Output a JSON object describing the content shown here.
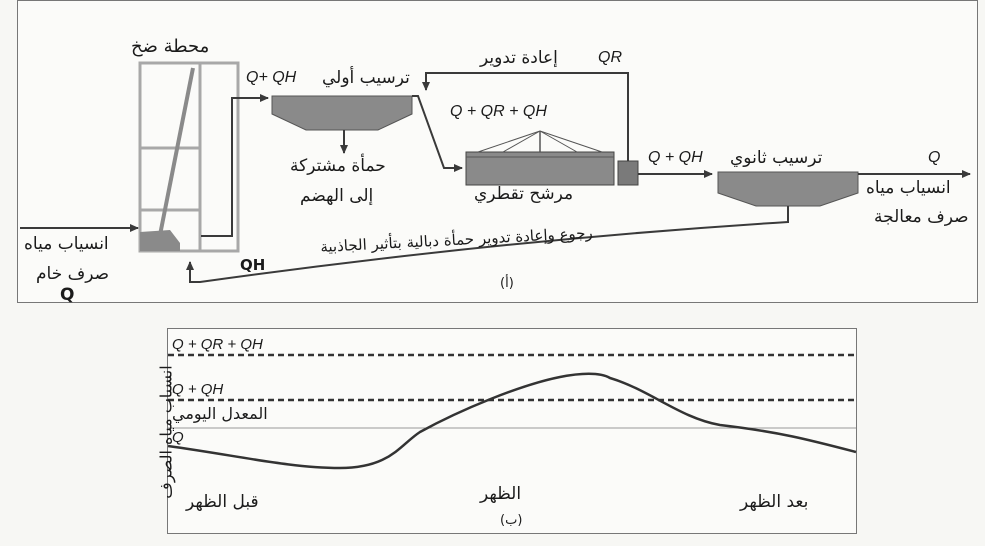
{
  "panel_a": {
    "caption": "(أ)",
    "labels": {
      "pump_station": "محطة ضخ",
      "primary_settling": "ترسيب أولي",
      "primary_flow": "Q+ QH",
      "recirculation": "إعادة تدوير",
      "recirculation_flow": "QR",
      "filter_inflow": "Q + QR + QH",
      "combined_sludge": "حمأة مشتركة",
      "to_digestion": "إلى الهضم",
      "trickling_filter": "مرشح تقطري",
      "filter_outflow": "Q + QH",
      "secondary_settling": "ترسيب ثانوي",
      "effluent_flow": "Q",
      "treated_effluent_line1": "انسياب مياه",
      "treated_effluent_line2": "صرف معالجة",
      "raw_inflow_line1": "انسياب مياه",
      "raw_inflow_line2": "صرف خام",
      "raw_inflow_q": "Q",
      "humus_return": "رجوع وإعادة تدوير حمأة دبالية بتأثير الجاذبية",
      "humus_flow": "QH"
    }
  },
  "panel_b": {
    "caption": "(ب)",
    "y_axis_label": "انسياب مياه الصرف",
    "line_labels": {
      "top": "Q + QR + QH",
      "middle": "Q + QH",
      "average": "المعدل اليومي",
      "base": "Q"
    },
    "x_labels": {
      "left": "قبل الظهر",
      "center": "الظهر",
      "right": "بعد الظهر"
    }
  },
  "colors": {
    "line": "#3a3a3a",
    "tank_fill": "#8a8a8a",
    "pump_frame": "#a8a8a8",
    "dashed": "#333333"
  }
}
